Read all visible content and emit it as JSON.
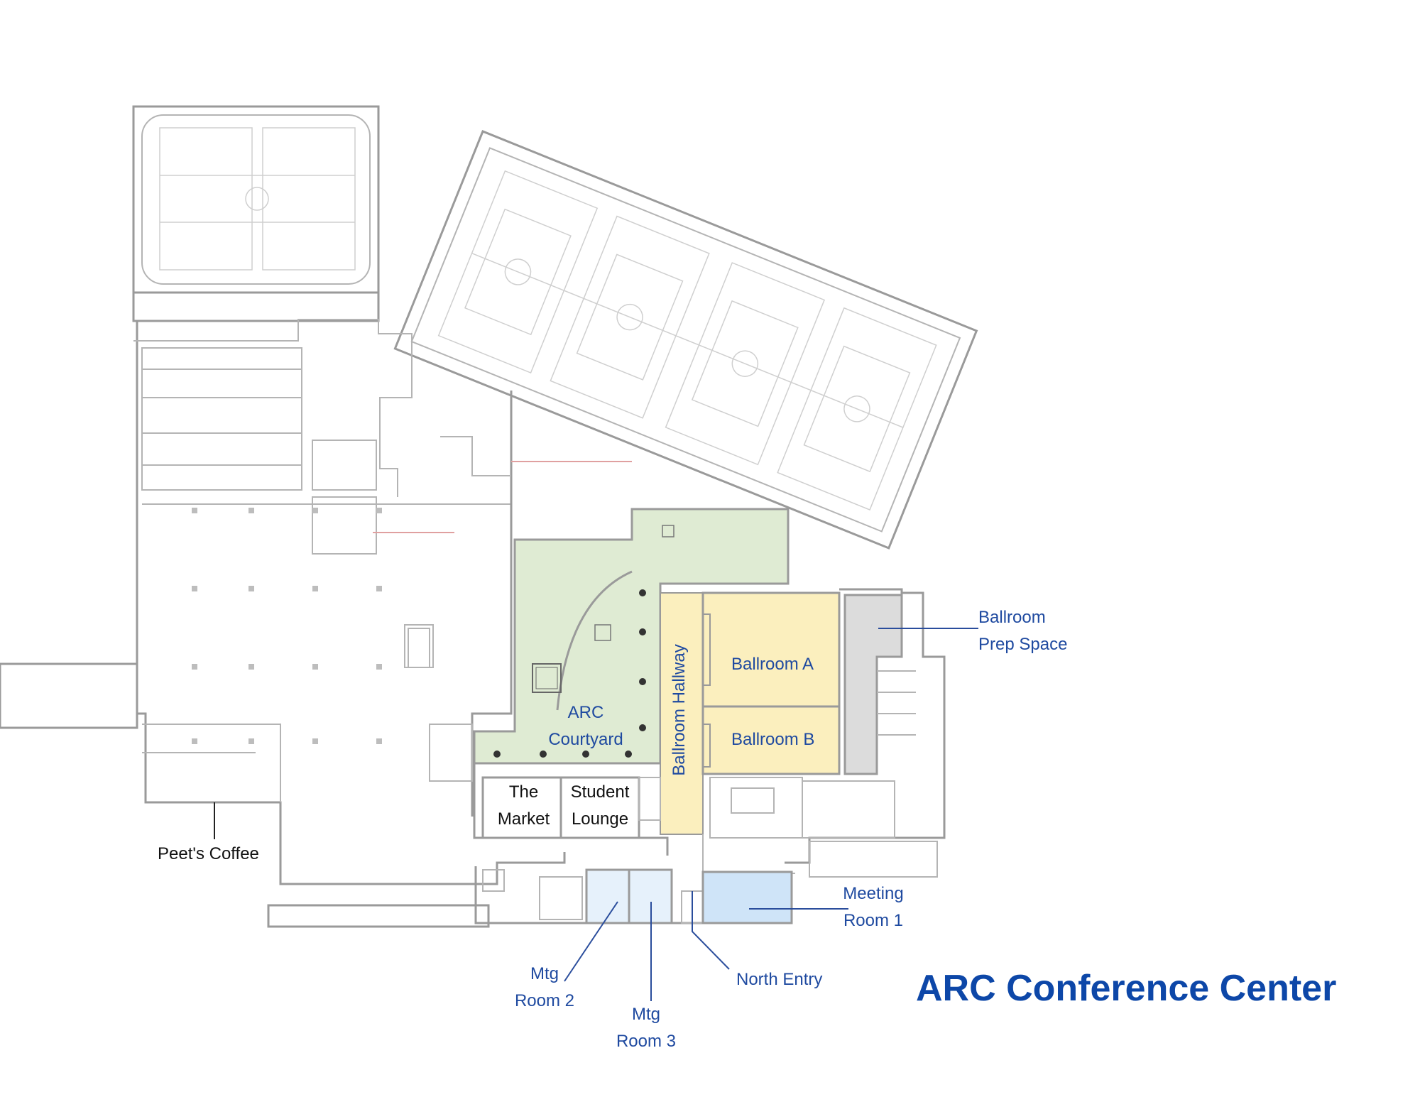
{
  "title": "ARC Conference Center",
  "colors": {
    "courtyard": "#dfebd3",
    "ballroom": "#fbefbe",
    "prep": "#dcdcdc",
    "meeting_room_1": "#cfe4f8",
    "mtg_rooms_2_3": "#e6f1fb",
    "label_blue": "#1f4aa0",
    "title_blue": "#0d47a8",
    "wall": "#9a9a9a"
  },
  "labels": {
    "ballroom_prep_space": "Ballroom\nPrep Space",
    "ballroom_a": "Ballroom A",
    "ballroom_b": "Ballroom B",
    "ballroom_hallway": "Ballroom Hallway",
    "arc_courtyard": "ARC\nCourtyard",
    "the_market": "The\nMarket",
    "student_lounge": "Student\nLounge",
    "peets_coffee": "Peet's Coffee",
    "meeting_room_1": "Meeting\nRoom 1",
    "north_entry": "North Entry",
    "mtg_room_2": "Mtg\nRoom 2",
    "mtg_room_3": "Mtg\nRoom 3"
  }
}
